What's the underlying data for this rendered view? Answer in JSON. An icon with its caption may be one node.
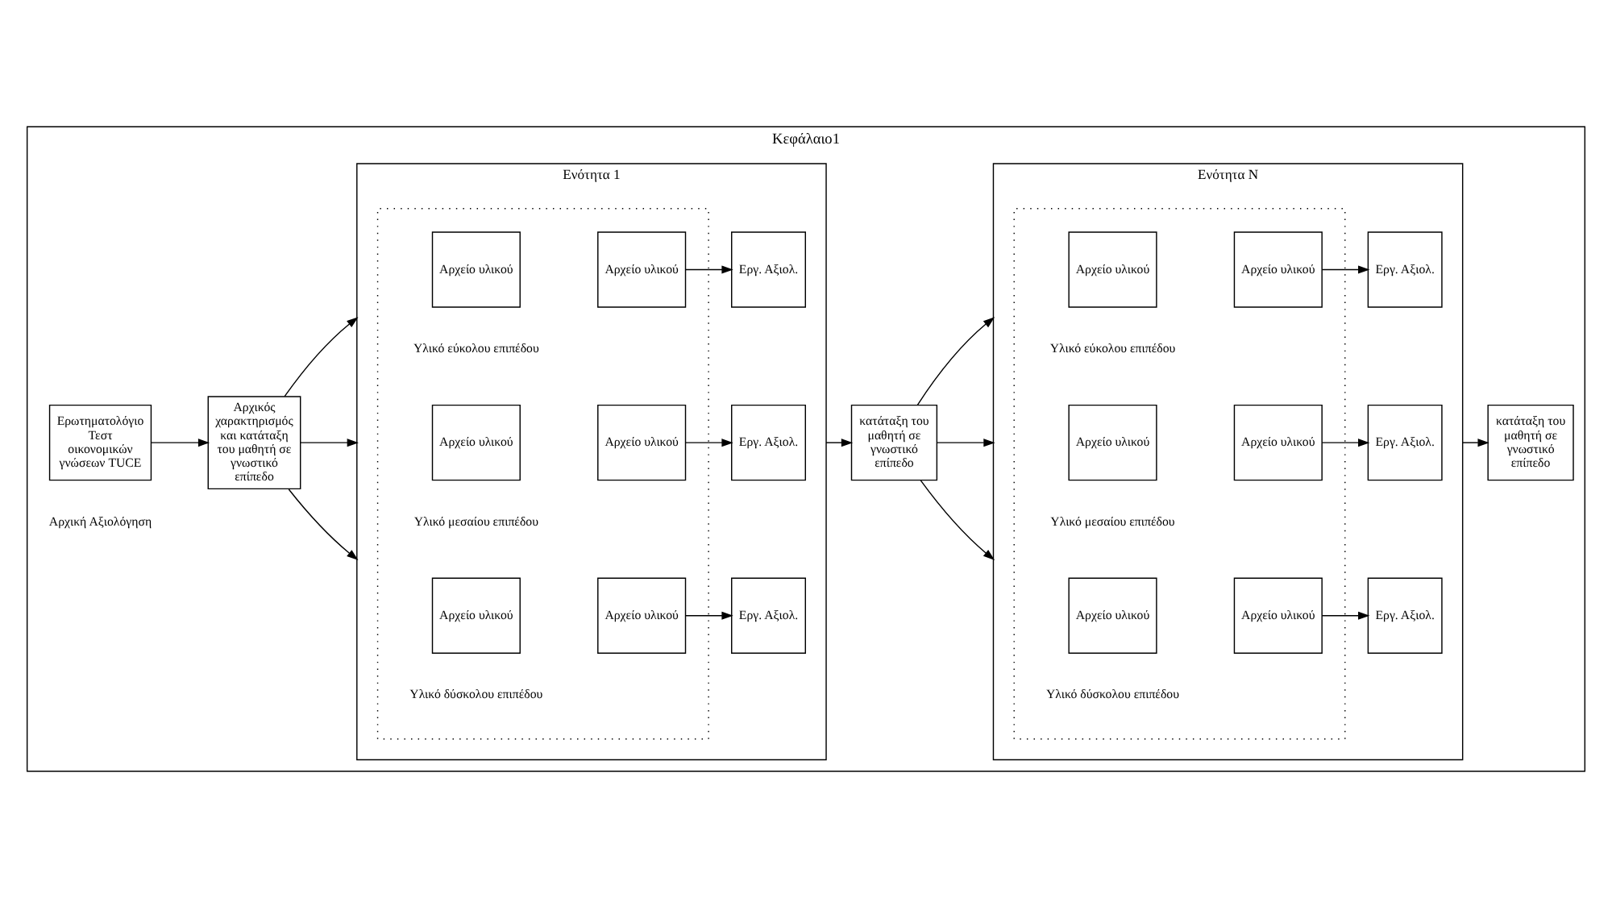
{
  "diagram": {
    "nodes": [
      {
        "text": [
          "Κεφάλαιο1"
        ]
      },
      {
        "text": [
          "Ερωτηματολόγιο",
          "Τεστ οικονομικών γνώσεων TUCE"
        ],
        "in": 0
      },
      {
        "text": [
          "Αρχικός χαρακτηρισμός",
          "και κατάταξη του μαθητή σε γνωστικό επίπεδο"
        ],
        "in": 0
      },
      {
        "text": [
          "Ενότητα 1"
        ],
        "in": 0
      },
      {
        "text": [],
        "shape": "box",
        "in": 3
      },
      {
        "text": [
          "Αρχείο υλικού"
        ],
        "in": 4
      },
      {
        "text": [
          "Αρχείο υλικού"
        ],
        "in": 4
      },
      {
        "text": [
          "Αρχείο υλικού"
        ],
        "in": 4
      },
      {
        "text": [
          "Αρχείο υλικού"
        ],
        "in": 4
      },
      {
        "text": [
          "Αρχείο υλικού"
        ],
        "in": 4
      },
      {
        "text": [
          "Αρχείο υλικού"
        ],
        "in": 4
      },
      {
        "text": [
          "Εργ. Αξιολ."
        ],
        "in": 3
      },
      {
        "text": [
          "Εργ. Αξιολ."
        ],
        "in": 3
      },
      {
        "text": [
          "Εργ. Αξιολ."
        ],
        "in": 3
      },
      {
        "text": [
          "κατάταξη του μαθητή σε γνωστικό επίπεδο"
        ],
        "in": 0
      },
      {
        "text": [
          "Ενότητα Ν"
        ],
        "in": 0
      },
      {
        "text": [],
        "shape": "box",
        "in": 15
      },
      {
        "text": [
          "Αρχείο υλικού"
        ],
        "in": 16
      },
      {
        "text": [
          "Αρχείο υλικού"
        ],
        "in": 16
      },
      {
        "text": [
          "Αρχείο υλικού"
        ],
        "in": 16
      },
      {
        "text": [
          "Αρχείο υλικού"
        ],
        "in": 16
      },
      {
        "text": [
          "Αρχείο υλικού"
        ],
        "in": 16
      },
      {
        "text": [
          "Αρχείο υλικού"
        ],
        "in": 16
      },
      {
        "text": [
          "Εργ. Αξιολ."
        ],
        "in": 15
      },
      {
        "text": [
          "Εργ. Αξιολ."
        ],
        "in": 15
      },
      {
        "text": [
          "Εργ. Αξιολ."
        ],
        "in": 15
      },
      {
        "text": [
          "κατάταξη του μαθητή σε γνωστικό επίπεδο"
        ],
        "in": 0
      }
    ],
    "edges": [
      {
        "from": 1,
        "to": 2,
        "arrow": "to"
      },
      {
        "from": 2,
        "to": 3,
        "arrow": "to"
      },
      {
        "from": 2,
        "to": 3,
        "arrow": "to"
      },
      {
        "from": 2,
        "to": 3,
        "arrow": "to"
      },
      {
        "from": 6,
        "to": 11,
        "arrow": "to"
      },
      {
        "from": 8,
        "to": 12,
        "arrow": "to"
      },
      {
        "from": 10,
        "to": 13,
        "arrow": "to"
      },
      {
        "from": 3,
        "to": 14,
        "arrow": "to"
      },
      {
        "from": 14,
        "to": 15,
        "arrow": "to"
      },
      {
        "from": 14,
        "to": 15,
        "arrow": "to"
      },
      {
        "from": 14,
        "to": 15,
        "arrow": "to"
      },
      {
        "from": 18,
        "to": 23,
        "arrow": "to"
      },
      {
        "from": 20,
        "to": 24,
        "arrow": "to"
      },
      {
        "from": 22,
        "to": 25,
        "arrow": "to"
      },
      {
        "from": 15,
        "to": 26,
        "arrow": "to"
      }
    ],
    "labels": [
      "Αρχική Αξιολόγηση",
      "Υλικό δύσκολου επιπέδου",
      "Υλικό μεσαίου επιπέδου",
      "Υλικό εύκολου επιπέδου",
      "Υλικό δύσκολου επιπέδου",
      "Υλικό μεσαίου επιπέδου",
      "Υλικό εύκολου επιπέδου"
    ]
  }
}
